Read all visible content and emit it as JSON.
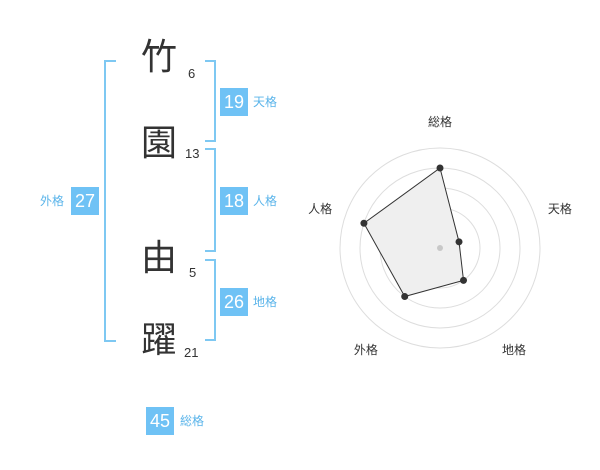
{
  "name": {
    "chars": [
      {
        "char": "竹",
        "strokes": "6"
      },
      {
        "char": "園",
        "strokes": "13"
      },
      {
        "char": "由",
        "strokes": "5"
      },
      {
        "char": "躍",
        "strokes": "21"
      }
    ]
  },
  "fortunes": {
    "ten": {
      "label": "天格",
      "value": "19"
    },
    "jin": {
      "label": "人格",
      "value": "18"
    },
    "chi": {
      "label": "地格",
      "value": "26"
    },
    "gai": {
      "label": "外格",
      "value": "27"
    },
    "sou": {
      "label": "総格",
      "value": "45"
    }
  },
  "colors": {
    "bracket": "#7ec8f2",
    "badge": "#6fc2f5",
    "badge_label": "#5ab4ea",
    "radar_fill": "#efefef"
  },
  "chart_data": {
    "type": "radar",
    "axes": [
      "総格",
      "天格",
      "地格",
      "外格",
      "人格"
    ],
    "values": [
      4,
      1,
      2,
      3,
      4
    ],
    "range": [
      0,
      5
    ]
  }
}
